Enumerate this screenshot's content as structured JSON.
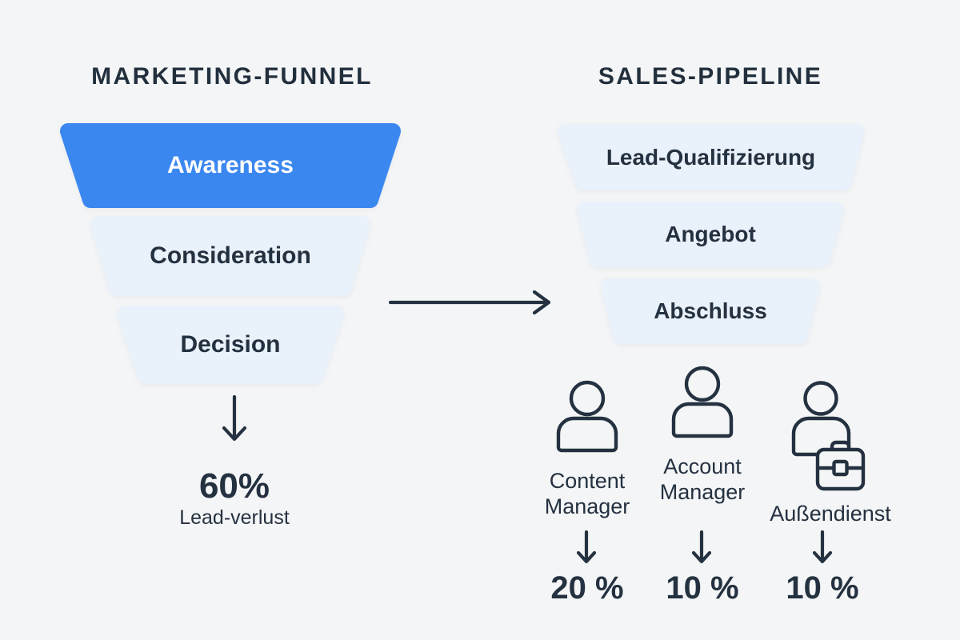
{
  "colors": {
    "background": "#f4f5f6",
    "accent_blue": "#3b87f0",
    "light_blue": "#e9f1fa",
    "dark_navy": "#243140",
    "white_text": "#ffffff"
  },
  "marketing_funnel": {
    "title": "MARKETING-FUNNEL",
    "stages": [
      {
        "label": "Awareness",
        "emphasis": true
      },
      {
        "label": "Consideration",
        "emphasis": false
      },
      {
        "label": "Decision",
        "emphasis": false
      }
    ],
    "loss_arrow_icon": "arrow-down-icon",
    "loss": {
      "value": "60%",
      "label": "Lead-verlust"
    }
  },
  "flow_arrow_icon": "arrow-right-icon",
  "sales_pipeline": {
    "title": "SALES-PIPELINE",
    "stages": [
      {
        "label": "Lead-Qualifizierung"
      },
      {
        "label": "Angebot"
      },
      {
        "label": "Abschluss"
      }
    ],
    "roles": [
      {
        "icon": "person-icon",
        "name_line1": "Content",
        "name_line2": "Manager",
        "conversion": "20 %"
      },
      {
        "icon": "person-icon",
        "name_line1": "Account",
        "name_line2": "Manager",
        "conversion": "10 %"
      },
      {
        "icon": "person-briefcase-icon",
        "name_line1": "Außendienst",
        "name_line2": "",
        "conversion": "10 %"
      }
    ]
  }
}
